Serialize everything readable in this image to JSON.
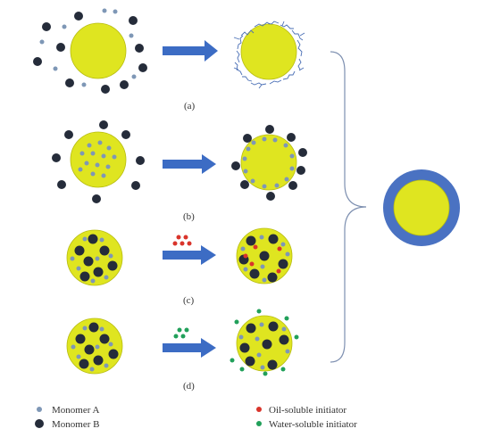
{
  "colors": {
    "core": "#dfe520",
    "core_edge": "#b7bc10",
    "monomer_a": "#7e97b6",
    "monomer_b": "#252c3a",
    "arrow": "#3c6cc4",
    "oil_initiator": "#d9342b",
    "water_initiator": "#21a05a",
    "shell": "#4a72c2",
    "bracket": "#7d8fb0",
    "polymer_chain": "#4a6fb5"
  },
  "panels": [
    {
      "id": "a",
      "label": "(a)"
    },
    {
      "id": "b",
      "label": "(b)"
    },
    {
      "id": "c",
      "label": "(c)"
    },
    {
      "id": "d",
      "label": "(d)"
    }
  ],
  "legend": {
    "monomer_a": "Monomer A",
    "monomer_b": "Monomer B",
    "oil_initiator": "Oil-soluble initiator",
    "water_initiator": "Water-soluble initiator"
  }
}
